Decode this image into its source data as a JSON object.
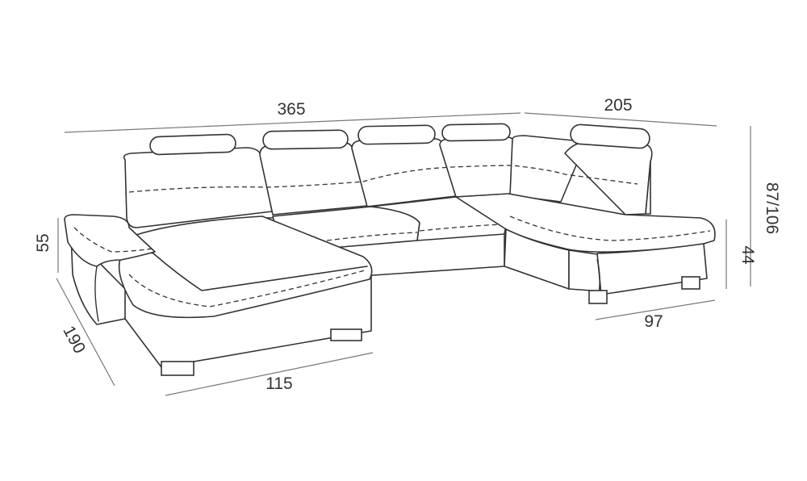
{
  "drawing": {
    "subject": "U-shaped sectional sofa with chaise longue and headrests",
    "line_color": "#333333",
    "dimension_color": "#777777"
  },
  "dimensions": {
    "total_width": "365",
    "right_section_width": "205",
    "back_height": "87/106",
    "armrest_height": "55",
    "seat_height": "44",
    "chaise_depth": "190",
    "chaise_width": "115",
    "right_seat_depth": "97"
  }
}
